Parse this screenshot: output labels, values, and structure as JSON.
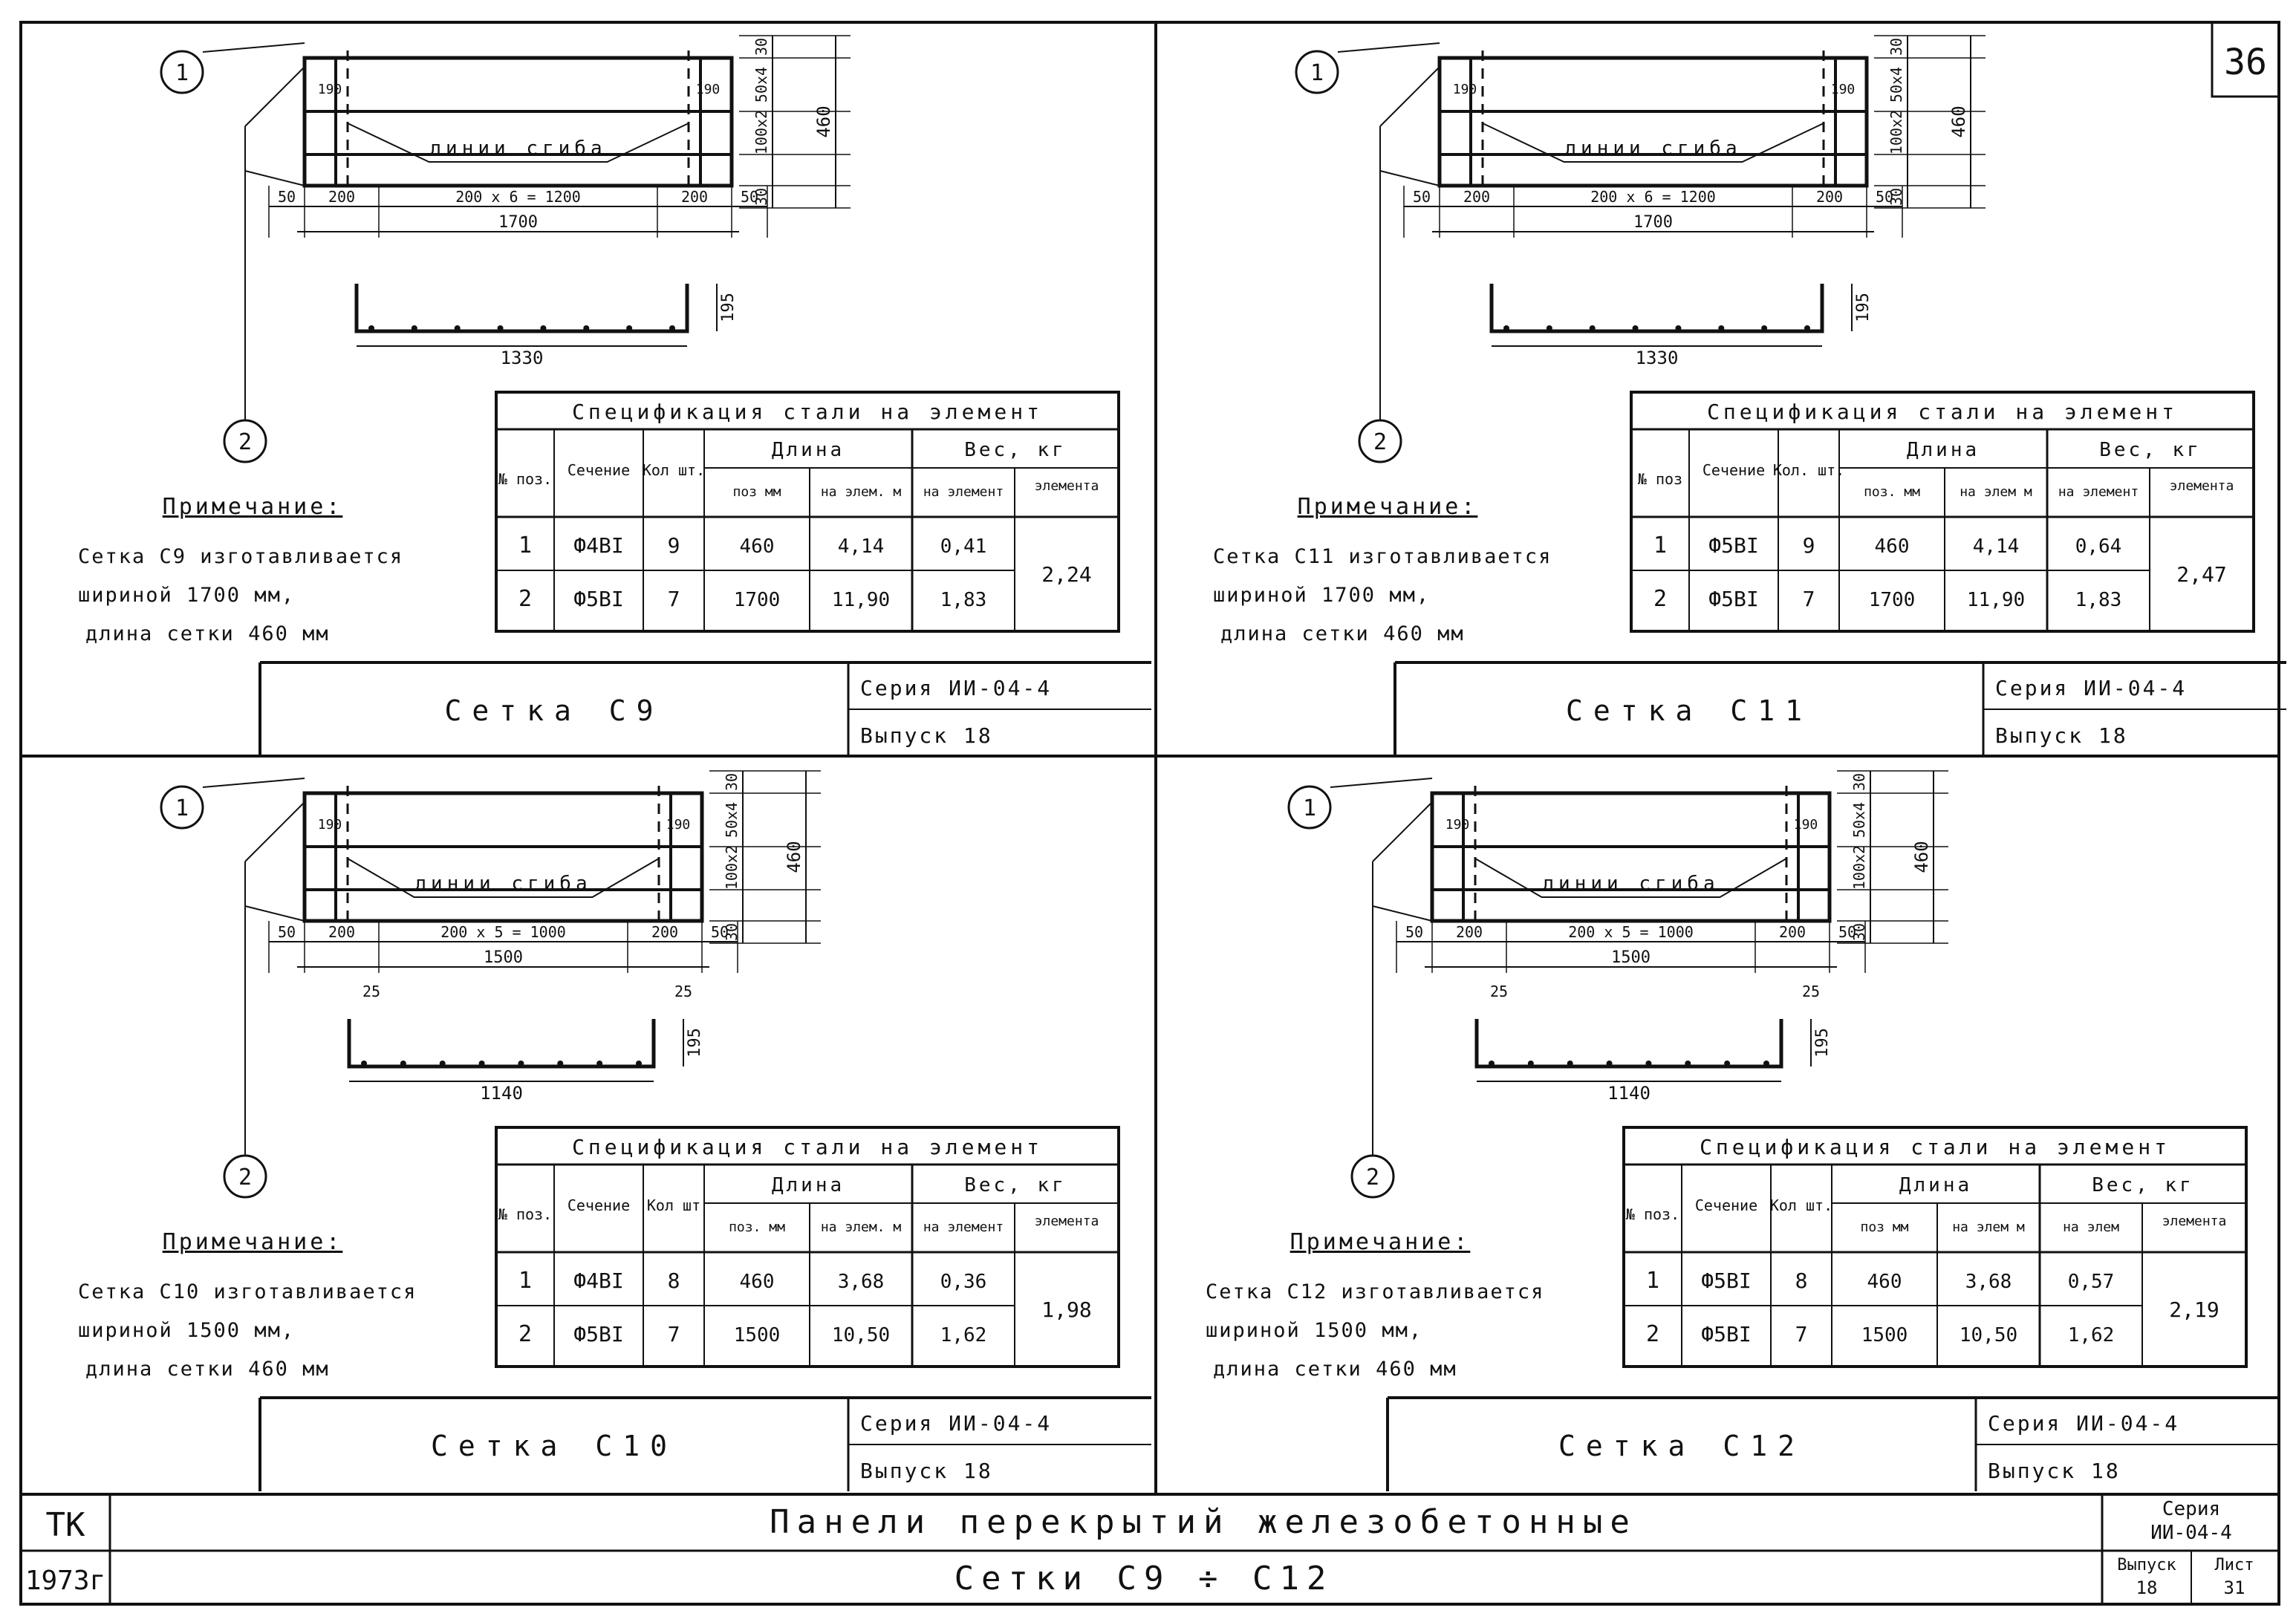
{
  "sheet_number": "36",
  "footer": {
    "org": "ТК",
    "year": "1973г",
    "main_title": "Панели перекрытий железобетонные",
    "sub_title": "Сетки С9 ÷ С12",
    "series_label": "Серия",
    "series_value": "ИИ-04-4",
    "issue_label": "Выпуск",
    "issue_value": "18",
    "sheet_label": "Лист",
    "sheet_value": "31"
  },
  "panels": [
    {
      "id": "c9",
      "bend_label": "линии сгиба",
      "edge_dim": "190",
      "edge_dim_right": "190",
      "vert_dims": [
        "30",
        "50x4",
        "100x2",
        "30"
      ],
      "height_total": "460",
      "horiz_dims": [
        "50",
        "200",
        "200 x 6 = 1200",
        "200",
        "50"
      ],
      "width_total": "1700",
      "profile_width": "1330",
      "profile_height": "195",
      "profile_hook": "",
      "callout_1": "1",
      "callout_2": "2",
      "note_title": "Примечание:",
      "note_lines": [
        "Сетка С9 изготавливается",
        "шириной 1700 мм,",
        "длина сетки 460 мм"
      ],
      "spec_title": "Спецификация стали на элемент",
      "spec_headers": {
        "pos": "№ поз.",
        "section": "Сечение",
        "qty": "Кол шт.",
        "length": "Длина",
        "len_mm": "поз мм",
        "len_elem": "на элем. м",
        "weight": "Вес, кг",
        "w_elem": "на элемент",
        "w_total": "элемента"
      },
      "rows": [
        {
          "pos": "1",
          "section": "Ф4ВI",
          "qty": "9",
          "mm": "460",
          "m": "4,14",
          "w": "0,41"
        },
        {
          "pos": "2",
          "section": "Ф5ВI",
          "qty": "7",
          "mm": "1700",
          "m": "11,90",
          "w": "1,83"
        }
      ],
      "w_total": "2,24",
      "title": "Сетка С9",
      "series": "Серия ИИ-04-4",
      "issue": "Выпуск 18"
    },
    {
      "id": "c11",
      "bend_label": "линии сгиба",
      "edge_dim": "190",
      "edge_dim_right": "190",
      "vert_dims": [
        "30",
        "50x4",
        "100x2",
        "30"
      ],
      "height_total": "460",
      "horiz_dims": [
        "50",
        "200",
        "200 x 6 = 1200",
        "200",
        "50"
      ],
      "width_total": "1700",
      "profile_width": "1330",
      "profile_height": "195",
      "profile_hook": "",
      "callout_1": "1",
      "callout_2": "2",
      "note_title": "Примечание:",
      "note_lines": [
        "Сетка С11 изготавливается",
        "шириной 1700 мм,",
        "длина сетки 460 мм"
      ],
      "spec_title": "Спецификация стали на элемент",
      "spec_headers": {
        "pos": "№ поз",
        "section": "Сечение",
        "qty": "Кол. шт.",
        "length": "Длина",
        "len_mm": "поз. мм",
        "len_elem": "на элем м",
        "weight": "Вес, кг",
        "w_elem": "на элемент",
        "w_total": "элемента"
      },
      "rows": [
        {
          "pos": "1",
          "section": "Ф5ВI",
          "qty": "9",
          "mm": "460",
          "m": "4,14",
          "w": "0,64"
        },
        {
          "pos": "2",
          "section": "Ф5ВI",
          "qty": "7",
          "mm": "1700",
          "m": "11,90",
          "w": "1,83"
        }
      ],
      "w_total": "2,47",
      "title": "Сетка С11",
      "series": "Серия ИИ-04-4",
      "issue": "Выпуск 18"
    },
    {
      "id": "c10",
      "bend_label": "линии сгиба",
      "edge_dim": "190",
      "edge_dim_right": "190",
      "vert_dims": [
        "30",
        "50x4",
        "100x2",
        "30"
      ],
      "height_total": "460",
      "horiz_dims": [
        "50",
        "200",
        "200 x 5 = 1000",
        "200",
        "50"
      ],
      "width_total": "1500",
      "profile_width": "1140",
      "profile_height": "195",
      "profile_hook": "25",
      "callout_1": "1",
      "callout_2": "2",
      "note_title": "Примечание:",
      "note_lines": [
        "Сетка С10 изготавливается",
        "шириной 1500 мм,",
        "длина сетки 460 мм"
      ],
      "spec_title": "Спецификация стали на элемент",
      "spec_headers": {
        "pos": "№ поз.",
        "section": "Сечение",
        "qty": "Кол шт",
        "length": "Длина",
        "len_mm": "поз. мм",
        "len_elem": "на элем. м",
        "weight": "Вес, кг",
        "w_elem": "на элемент",
        "w_total": "элемента"
      },
      "rows": [
        {
          "pos": "1",
          "section": "Ф4ВI",
          "qty": "8",
          "mm": "460",
          "m": "3,68",
          "w": "0,36"
        },
        {
          "pos": "2",
          "section": "Ф5ВI",
          "qty": "7",
          "mm": "1500",
          "m": "10,50",
          "w": "1,62"
        }
      ],
      "w_total": "1,98",
      "title": "Сетка С10",
      "series": "Серия ИИ-04-4",
      "issue": "Выпуск 18"
    },
    {
      "id": "c12",
      "bend_label": "линии сгиба",
      "edge_dim": "190",
      "edge_dim_right": "190",
      "vert_dims": [
        "30",
        "50x4",
        "100x2",
        "30"
      ],
      "height_total": "460",
      "horiz_dims": [
        "50",
        "200",
        "200 x 5 = 1000",
        "200",
        "50"
      ],
      "width_total": "1500",
      "profile_width": "1140",
      "profile_height": "195",
      "profile_hook": "25",
      "callout_1": "1",
      "callout_2": "2",
      "note_title": "Примечание:",
      "note_lines": [
        "Сетка С12 изготавливается",
        "шириной 1500 мм,",
        "длина сетки 460 мм"
      ],
      "spec_title": "Спецификация стали на элемент",
      "spec_headers": {
        "pos": "№ поз.",
        "section": "Сечение",
        "qty": "Кол шт.",
        "length": "Длина",
        "len_mm": "поз мм",
        "len_elem": "на элем м",
        "weight": "Вес, кг",
        "w_elem": "на элем",
        "w_total": "элемента"
      },
      "rows": [
        {
          "pos": "1",
          "section": "Ф5ВI",
          "qty": "8",
          "mm": "460",
          "m": "3,68",
          "w": "0,57"
        },
        {
          "pos": "2",
          "section": "Ф5ВI",
          "qty": "7",
          "mm": "1500",
          "m": "10,50",
          "w": "1,62"
        }
      ],
      "w_total": "2,19",
      "title": "Сетка С12",
      "series": "Серия ИИ-04-4",
      "issue": "Выпуск 18"
    }
  ]
}
